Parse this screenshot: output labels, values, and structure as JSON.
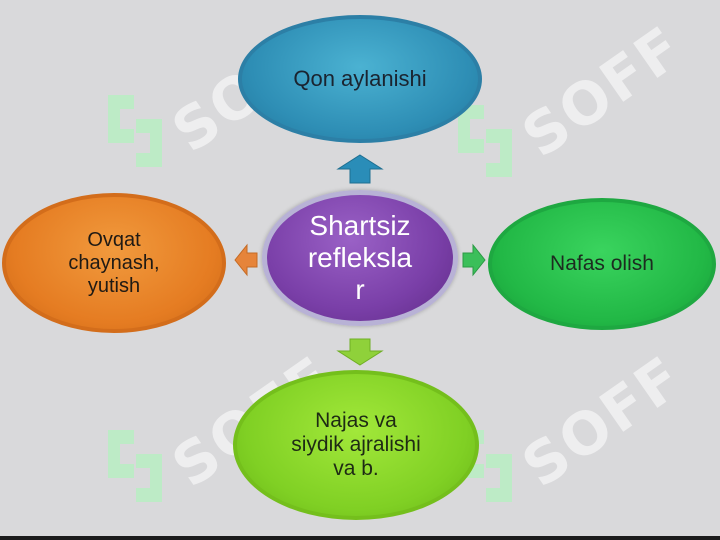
{
  "diagram": {
    "center_node": {
      "label": "Shartsiz\nrefleksla\nr",
      "color": "#7a3fa8"
    },
    "nodes": [
      {
        "id": "top",
        "label": "Qon aylanishi",
        "color": "#2e8eb5"
      },
      {
        "id": "left",
        "label": "Ovqat\nchaynash,\nyutish",
        "color": "#e57c22"
      },
      {
        "id": "right",
        "label": "Nafas olish",
        "color": "#22b846"
      },
      {
        "id": "bottom",
        "label": "Najas va\nsiydik ajralishi\nva b.",
        "color": "#80d024"
      }
    ],
    "arrow_colors": {
      "top": "#2a8db8",
      "left": "#e6843a",
      "right": "#3bbf5a",
      "bottom": "#8fd13a"
    }
  },
  "watermark": {
    "text": "SOFF",
    "color": "#ffffff",
    "logo_color": "#a8e6b4"
  }
}
